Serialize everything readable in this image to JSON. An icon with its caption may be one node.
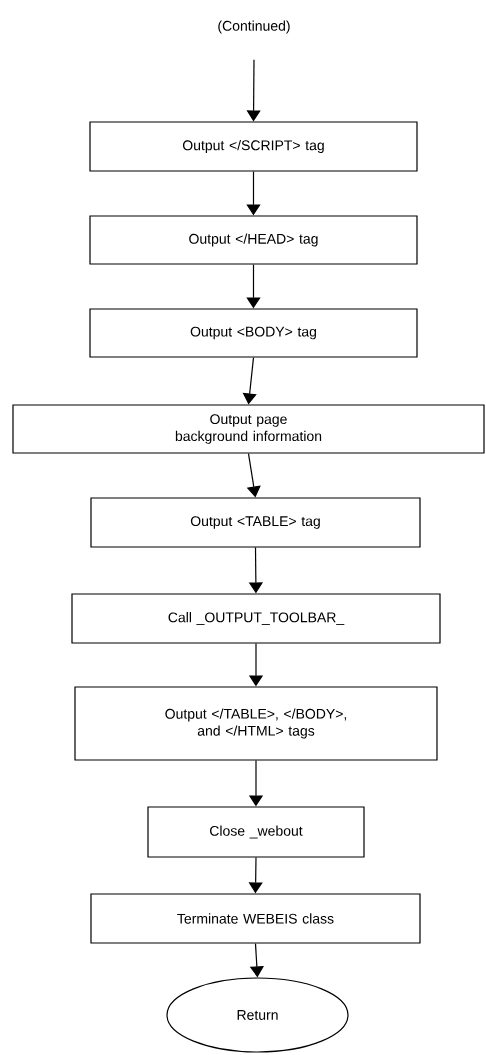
{
  "diagram": {
    "nodes": [
      {
        "text": [
          "(Continued)"
        ]
      },
      {
        "text": [
          "Output </SCRIPT> tag"
        ]
      },
      {
        "text": [
          "Output </HEAD> tag"
        ]
      },
      {
        "text": [
          "Output <BODY> tag"
        ]
      },
      {
        "text": [
          "Output page background information"
        ]
      },
      {
        "text": [
          "Output <TABLE> tag"
        ]
      },
      {
        "text": [
          "Call _OUTPUT_TOOLBAR_"
        ]
      },
      {
        "text": [
          "Output </TABLE>, </BODY>, and </HTML> tags"
        ]
      },
      {
        "text": [
          "Close _webout"
        ]
      },
      {
        "text": [
          "Terminate WEBEIS class"
        ]
      },
      {
        "text": [
          "Return"
        ]
      }
    ],
    "edges": [
      {
        "from": 0,
        "to": 1,
        "arrow": "to"
      },
      {
        "from": 1,
        "to": 2,
        "arrow": "to"
      },
      {
        "from": 2,
        "to": 3,
        "arrow": "to"
      },
      {
        "from": 3,
        "to": 4,
        "arrow": "to"
      },
      {
        "from": 4,
        "to": 5,
        "arrow": "to"
      },
      {
        "from": 5,
        "to": 6,
        "arrow": "to"
      },
      {
        "from": 6,
        "to": 7,
        "arrow": "to"
      },
      {
        "from": 7,
        "to": 8,
        "arrow": "to"
      },
      {
        "from": 8,
        "to": 9,
        "arrow": "to"
      },
      {
        "from": 9,
        "to": 10,
        "arrow": "to"
      }
    ]
  }
}
